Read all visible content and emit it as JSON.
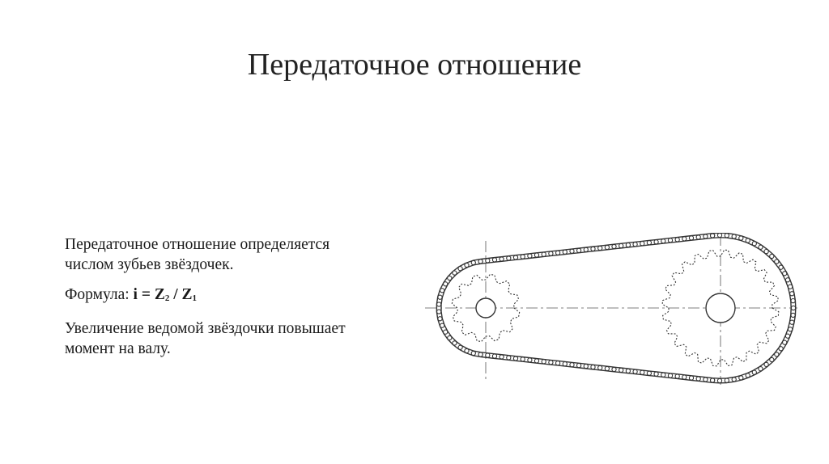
{
  "slide": {
    "title": "Передаточное отношение"
  },
  "content": {
    "line1": "Передаточное отношение определяется числом зубьев звёздочек.",
    "formula_label": "Формула:",
    "formula_i": "i =",
    "formula_z": "Z",
    "formula_sub2": "2",
    "formula_slash": "/",
    "formula_sub1": "1",
    "line3": "Увеличение ведомой звёздочки повышает момент на валу."
  },
  "diagram": {
    "small_sprocket_teeth": 12,
    "large_sprocket_teeth": 24,
    "stroke_color": "#333333",
    "centerline_color": "#555555"
  }
}
